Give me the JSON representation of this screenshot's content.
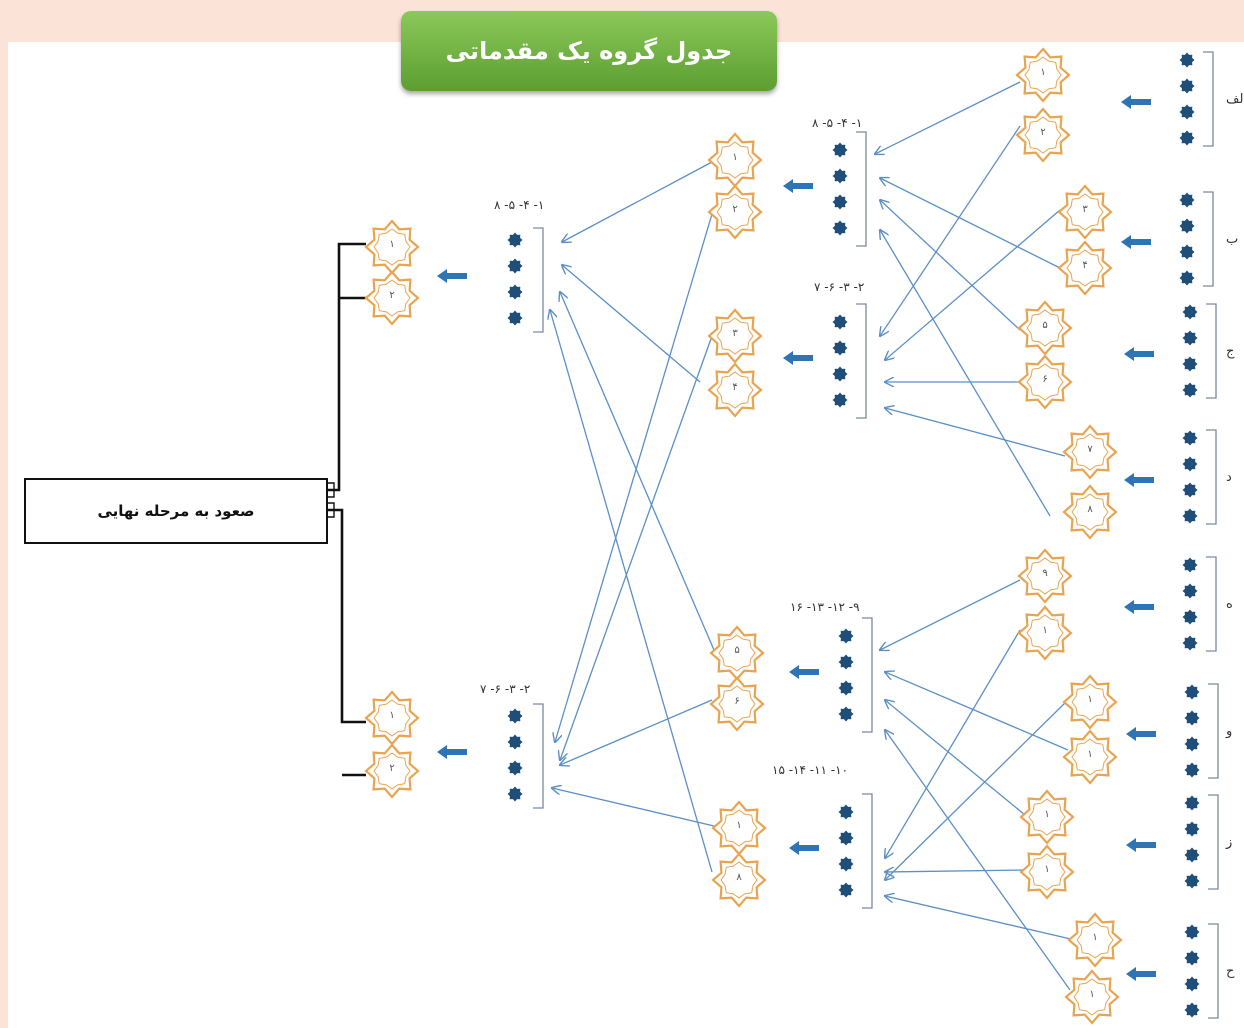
{
  "title": "جدول گروه یک مقدماتی",
  "final_label": "صعود به مرحله نهایی",
  "colors": {
    "star_outline": "#e8a450",
    "dot": "#1f4e79",
    "arrow_fill": "#2e75b6",
    "link_line": "#5b8fc7",
    "title_green": "#6db33f"
  },
  "round2_labels": [
    "۱- ۴- ۵- ۸",
    "۲- ۳- ۶- ۷",
    "۹- ۱۲- ۱۳- ۱۶",
    "۱۰- ۱۱- ۱۴- ۱۵"
  ],
  "round3_labels": [
    "۱- ۴- ۵- ۸",
    "۲- ۳- ۶- ۷"
  ],
  "group_letters": [
    "الف",
    "ب",
    "ج",
    "د",
    "ه",
    "و",
    "ز",
    "ح"
  ],
  "round1_star_numbers": [
    "۱",
    "۲",
    "۳",
    "۴",
    "۵",
    "۶",
    "۷",
    "۸",
    "۹",
    "۱",
    "۱",
    "۱",
    "۱",
    "۱",
    "۱",
    "۱"
  ],
  "round2_star_numbers": [
    "۱",
    "۲",
    "۳",
    "۴",
    "۵",
    "۶",
    "۱",
    "۸"
  ],
  "round3_star_numbers": [
    "۱",
    "۲",
    "۱",
    "۲"
  ]
}
